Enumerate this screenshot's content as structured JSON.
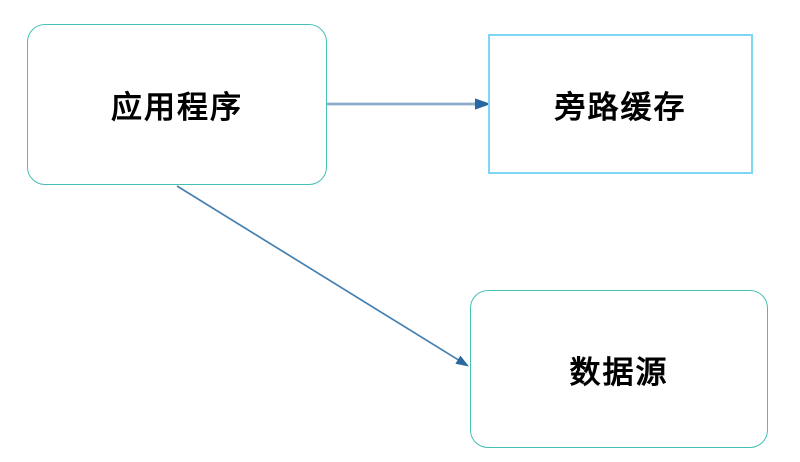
{
  "diagram": {
    "background_color": "#ffffff",
    "text_color": "#000000",
    "nodes": [
      {
        "id": "application",
        "label": "应用程序",
        "shape": "rounded-rectangle",
        "border_color": "#46c0b4",
        "fill_color": "#ffffff"
      },
      {
        "id": "cache-aside",
        "label": "旁路缓存",
        "shape": "rectangle",
        "border_color": "#7dd6f6",
        "fill_color": "#ffffff"
      },
      {
        "id": "data-source",
        "label": "数据源",
        "shape": "rounded-rectangle",
        "border_color": "#46c0b4",
        "fill_color": "#ffffff"
      }
    ],
    "edges": [
      {
        "from": "application",
        "to": "cache-aside",
        "direction": "right",
        "line_color": "#8caece",
        "arrowhead_color": "#2867a0",
        "line_style": "solid"
      },
      {
        "from": "application",
        "to": "data-source",
        "direction": "down-right",
        "line_color": "#4680b2",
        "arrowhead_color": "#2867a0",
        "line_style": "solid"
      }
    ]
  }
}
